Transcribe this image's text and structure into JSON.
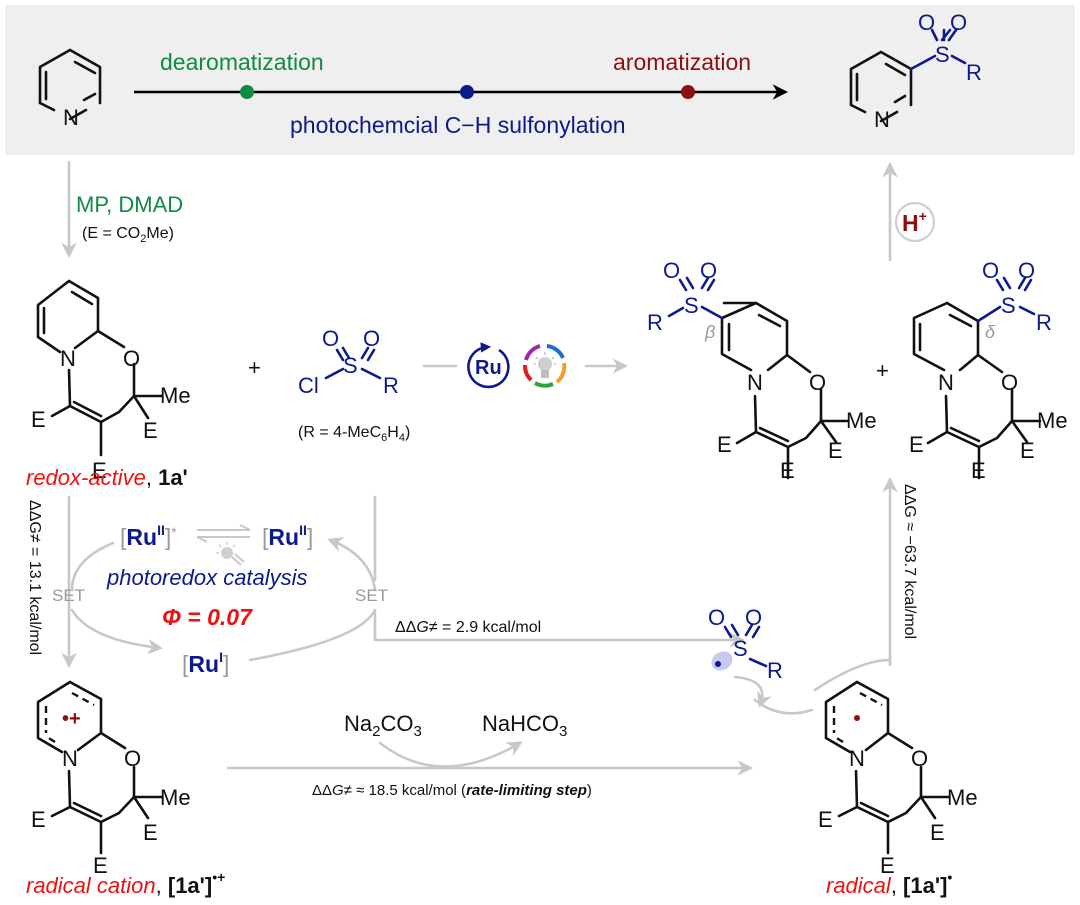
{
  "banner": {
    "stage_dearomatization": "dearomatization",
    "stage_sulfonylation": "photochemcial C−H sulfonylation",
    "stage_aromatization": "aromatization",
    "colors": {
      "dearomatization": "#118a45",
      "sulfonylation": "#0d1a8c",
      "aromatization": "#8b0f0f",
      "background": "#efefef"
    }
  },
  "atoms": {
    "N": "N",
    "O": "O",
    "S": "S",
    "R": "R",
    "E": "E",
    "Me": "Me",
    "Cl": "Cl"
  },
  "step1": {
    "reagent": "MP, DMAD",
    "note_prefix": "(E = CO",
    "note_sub": "2",
    "note_suffix": "Me)"
  },
  "substrate": {
    "descriptor": "redox-active",
    "sep": ", ",
    "id": "1a'"
  },
  "plus": "+",
  "sulfonyl_chloride": {
    "note_prefix": "(R = 4-MeC",
    "note_sub1": "6",
    "note_mid": "H",
    "note_sub2": "4",
    "note_suffix": ")"
  },
  "catalyst": {
    "label": "Ru"
  },
  "products": {
    "beta_label": "β",
    "delta_label": "δ"
  },
  "proton": {
    "label": "H",
    "sup": "+"
  },
  "cycle": {
    "ru2_star": {
      "bracket_l": "[",
      "metal": "Ru",
      "ox": "II",
      "bracket_r": "]",
      "star": "*"
    },
    "ru2": {
      "bracket_l": "[",
      "metal": "Ru",
      "ox": "II",
      "bracket_r": "]"
    },
    "ru1": {
      "bracket_l": "[",
      "metal": "Ru",
      "ox": "I",
      "bracket_r": "]"
    },
    "set_left": "SET",
    "set_right": "SET",
    "title": "photoredox catalysis",
    "quantum_yield": "Φ = 0.07"
  },
  "energies": {
    "left": "ΔΔG≠ = 13.1 kcal/mol",
    "middle_prefix": "ΔΔ",
    "middle_g": "G",
    "middle_suffix": "≠ = 2.9 kcal/mol",
    "right": "ΔΔG ≈ −63.7 kcal/mol",
    "bottom_prefix": "ΔΔ",
    "bottom_g": "G",
    "bottom_mid": "≠ ≈ 18.5 kcal/mol (",
    "bottom_bold": "rate-limiting step",
    "bottom_suffix": ")"
  },
  "base": {
    "na2co3_a": "Na",
    "na2co3_sub": "2",
    "na2co3_b": "CO",
    "na2co3_sub2": "3",
    "nahco3_a": "NaHCO",
    "nahco3_sub": "3"
  },
  "radical_cation": {
    "descriptor": "radical cation",
    "sep": ", ",
    "id": "[1a']",
    "charge": "•+",
    "ring_mark": "•+"
  },
  "radical": {
    "descriptor": "radical",
    "sep": ", ",
    "id": "[1a']",
    "charge": "•",
    "ring_mark": "•"
  },
  "colors": {
    "red_label": "#ee1111",
    "dark_red": "#8b0f0f",
    "blue": "#0d1a8c",
    "arrow_grey": "#c8c8c8",
    "text_grey": "#999999"
  }
}
